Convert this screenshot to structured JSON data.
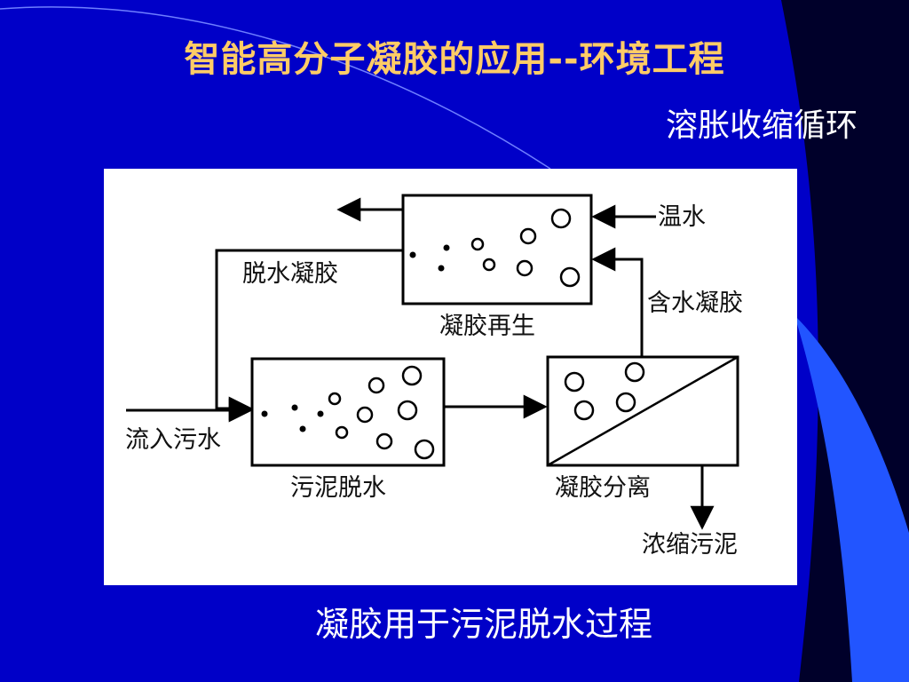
{
  "slide": {
    "title": "智能高分子凝胶的应用--环境工程",
    "subtitle": "溶胀收缩循环",
    "caption": "凝胶用于污泥脱水过程",
    "colors": {
      "background": "#0000c8",
      "title": "#ffcc66",
      "text": "#ffffff",
      "accent_dark": "#00002a",
      "accent_blue": "#2255ff"
    }
  },
  "diagram": {
    "labels": {
      "warm_water": "温水",
      "dehydrated_gel": "脱水凝胶",
      "gel_regeneration": "凝胶再生",
      "hydrated_gel": "含水凝胶",
      "inflow_sewage": "流入污水",
      "sludge_dewatering": "污泥脱水",
      "gel_separation": "凝胶分离",
      "concentrated_sludge": "浓缩污泥"
    }
  }
}
